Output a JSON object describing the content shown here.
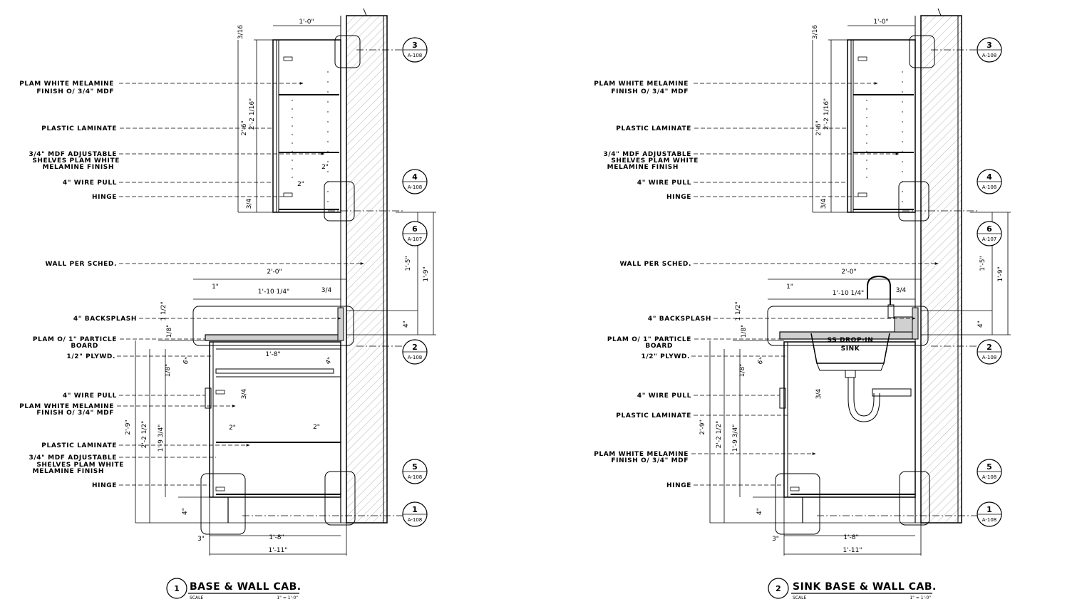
{
  "detail1": {
    "number": "1",
    "title": "BASE & WALL CAB.",
    "scale_label": "SCALE",
    "scale_value": "1\" = 1'-0\"",
    "labels": {
      "finish_upper": [
        "PLAM WHITE MELAMINE",
        "FINISH O/ 3/4\" MDF"
      ],
      "plastic_laminate_upper": "PLASTIC LAMINATE",
      "shelves_upper": [
        "3/4\" MDF ADJUSTABLE",
        "SHELVES PLAM WHITE",
        "MELAMINE FINISH"
      ],
      "wire_pull_upper": "4\" WIRE PULL",
      "hinge_upper": "HINGE",
      "wall": "WALL PER SCHED.",
      "backsplash": "4\" BACKSPLASH",
      "plam_board": [
        "PLAM O/ 1\" PARTICLE",
        "BOARD"
      ],
      "plywood": "1/2\" PLYWD.",
      "wire_pull_lower": "4\" WIRE PULL",
      "finish_lower": [
        "PLAM WHITE MELAMINE",
        "FINISH O/ 3/4\" MDF"
      ],
      "plastic_laminate_lower": "PLASTIC LAMINATE",
      "shelves_lower": [
        "3/4\" MDF ADJUSTABLE",
        "SHELVES PLAM WHITE",
        "MELAMINE FINISH"
      ],
      "hinge_lower": "HINGE"
    },
    "dims": {
      "top_width": "1'-0\"",
      "top_reveal": "3/16",
      "upper_height": "2'-6\"",
      "upper_inner": "2'-2 1/16\"",
      "upper_2in": "2\"",
      "upper_2in_b": "2\"",
      "upper_bottom": "3/4",
      "counter_width": "2'-0\"",
      "counter_inner": "1'-10 1/4\"",
      "counter_1in": "1\"",
      "counter_34": "3/4",
      "bs_12": "1 1/2\"",
      "bs_18": "1/8\"",
      "right_h1": "1'-5\"",
      "right_h2": "1'-9\"",
      "right_4": "4\"",
      "drawer_18": "1/8\"",
      "drawer_6": "6\"",
      "drawer_34": "3/4",
      "drawer_width": "1'-8\"",
      "drawer_4": "4\"",
      "base_2_9": "2'-9\"",
      "base_2_2": "2'-2 1/2\"",
      "base_1_9": "1'-9 3/4\"",
      "base_2in_a": "2\"",
      "base_2in_b": "2\"",
      "toe_4": "4\"",
      "toe_3": "3\"",
      "bottom_1_8": "1'-8\"",
      "bottom_1_11": "1'-11\""
    },
    "bubbles": [
      {
        "num": "3",
        "sheet": "A-108"
      },
      {
        "num": "4",
        "sheet": "A-108"
      },
      {
        "num": "6",
        "sheet": "A-107"
      },
      {
        "num": "2",
        "sheet": "A-108"
      },
      {
        "num": "5",
        "sheet": "A-108"
      },
      {
        "num": "1",
        "sheet": "A-108"
      }
    ]
  },
  "detail2": {
    "number": "2",
    "title": "SINK BASE & WALL CAB.",
    "scale_label": "SCALE",
    "scale_value": "1\" = 1'-0\"",
    "labels": {
      "finish_upper": [
        "PLAM WHITE MELAMINE",
        "FINISH O/ 3/4\" MDF"
      ],
      "plastic_laminate_upper": "PLASTIC LAMINATE",
      "shelves_upper": [
        "3/4\" MDF ADJUSTABLE",
        "SHELVES PLAM WHITE",
        "MELAMINE FINISH"
      ],
      "wire_pull_upper": "4\" WIRE PULL",
      "hinge_upper": "HINGE",
      "wall": "WALL PER SCHED.",
      "backsplash": "4\" BACKSPLASH",
      "plam_board": [
        "PLAM O/ 1\" PARTICLE",
        "BOARD"
      ],
      "plywood": "1/2\" PLYWD.",
      "wire_pull_lower": "4\" WIRE PULL",
      "plastic_laminate_lower": "PLASTIC LAMINATE",
      "finish_lower": [
        "PLAM WHITE MELAMINE",
        "FINISH O/ 3/4\" MDF"
      ],
      "hinge_lower": "HINGE",
      "sink": [
        "SS DROP-IN",
        "SINK"
      ]
    },
    "dims": {
      "top_width": "1'-0\"",
      "top_reveal": "3/16",
      "upper_height": "2'-6\"",
      "upper_inner": "2'-2 1/16\"",
      "upper_bottom": "3/4",
      "counter_width": "2'-0\"",
      "counter_inner": "1'-10 1/4\"",
      "counter_1in": "1\"",
      "counter_34": "3/4",
      "bs_12": "1 1/2\"",
      "bs_18": "1/8\"",
      "right_h1": "1'-5\"",
      "right_h2": "1'-9\"",
      "right_4": "4\"",
      "drawer_18": "1/8\"",
      "drawer_6": "6\"",
      "drawer_34": "3/4",
      "base_2_9": "2'-9\"",
      "base_2_2": "2'-2 1/2\"",
      "base_1_9": "1'-9 3/4\"",
      "toe_4": "4\"",
      "toe_3": "3\"",
      "bottom_1_8": "1'-8\"",
      "bottom_1_11": "1'-11\""
    },
    "bubbles": [
      {
        "num": "3",
        "sheet": "A-108"
      },
      {
        "num": "4",
        "sheet": "A-108"
      },
      {
        "num": "6",
        "sheet": "A-107"
      },
      {
        "num": "2",
        "sheet": "A-108"
      },
      {
        "num": "5",
        "sheet": "A-108"
      },
      {
        "num": "1",
        "sheet": "A-108"
      }
    ]
  }
}
